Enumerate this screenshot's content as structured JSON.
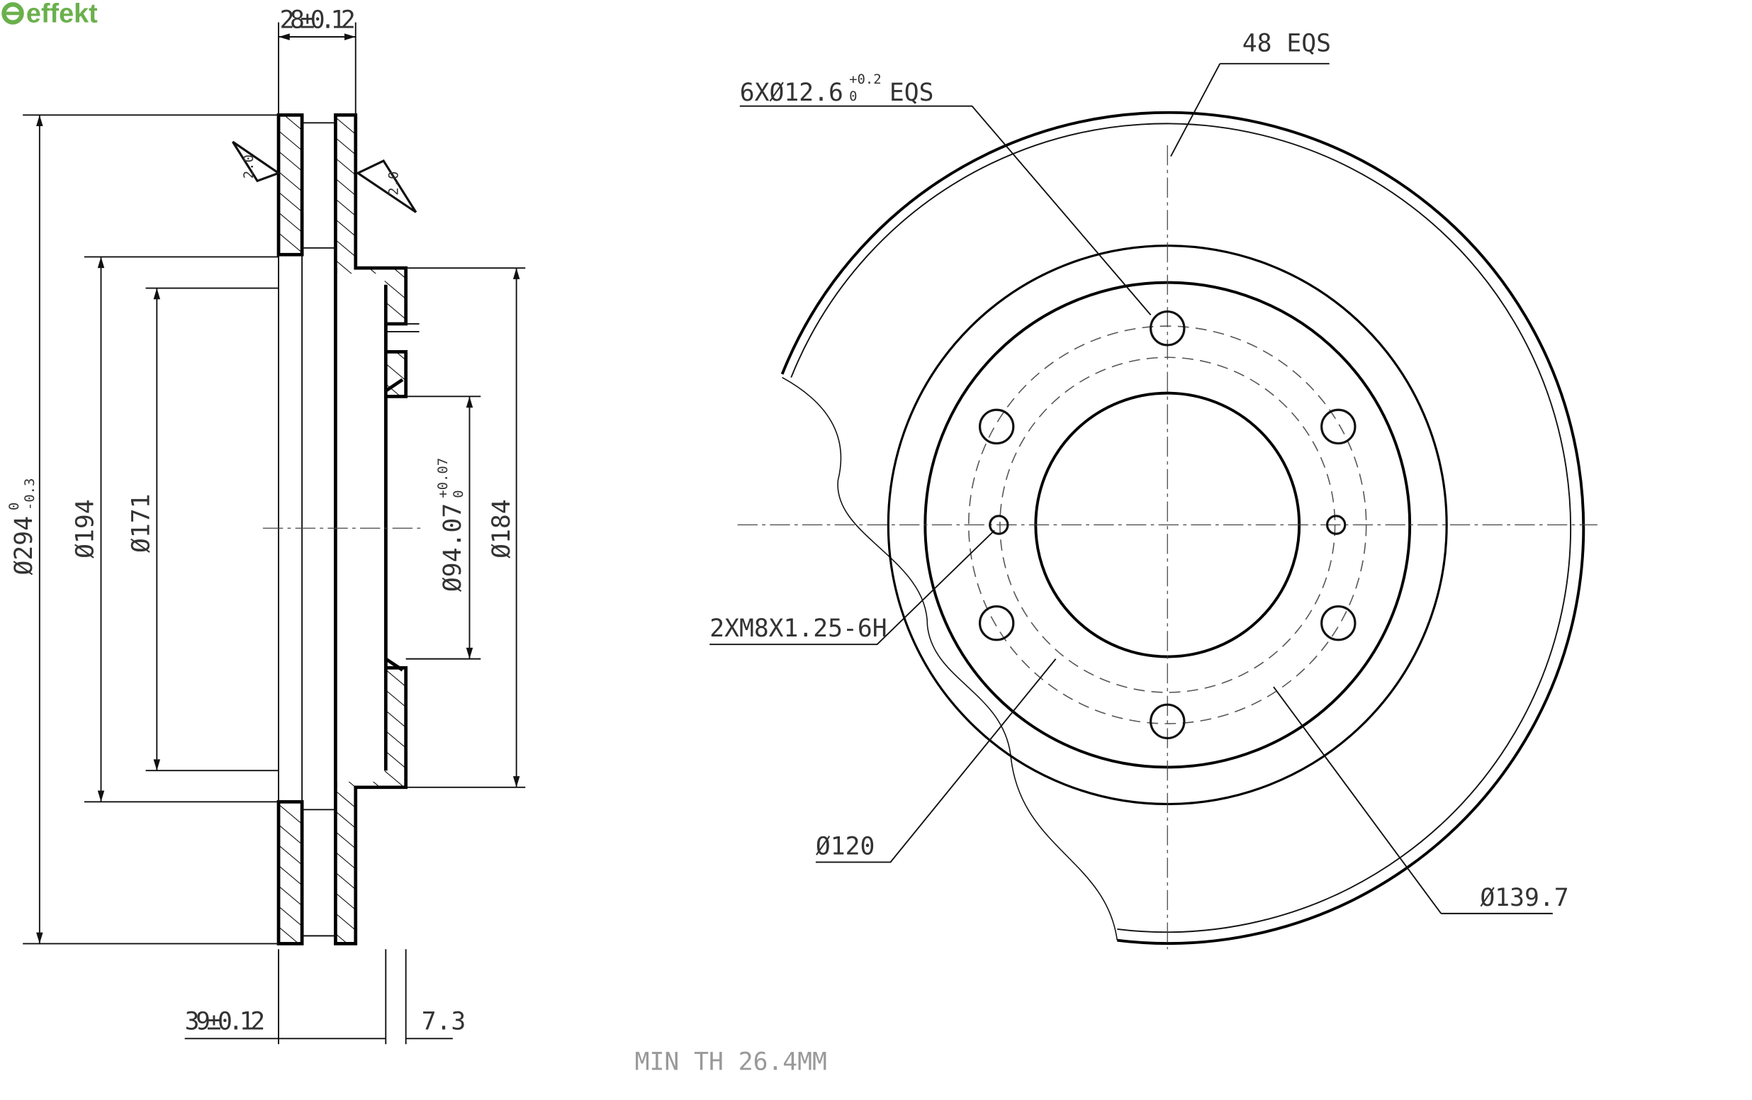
{
  "logo": {
    "text": "effekt",
    "color": "#6ab04c"
  },
  "section_view": {
    "width_dim": "28±0.12",
    "surface_finish_left": "2.0",
    "surface_finish_right": "2.0",
    "dia_outer": "Ø294",
    "dia_outer_tol_upper": "0",
    "dia_outer_tol_lower": "-0.3",
    "dia_194": "Ø194",
    "dia_171": "Ø171",
    "dia_bore": "Ø94.07",
    "dia_bore_tol_upper": "+0.07",
    "dia_bore_tol_lower": "0",
    "dia_184": "Ø184",
    "height_dim": "39±0.12",
    "hat_dim": "7.3",
    "min_thickness": "MIN TH 26.4MM"
  },
  "front_view": {
    "holes_label": "6XØ12.6",
    "holes_tol_upper": "+0.2",
    "holes_tol_lower": "0",
    "holes_eqs": "EQS",
    "vanes_label": "48 EQS",
    "thread_label": "2XM8X1.25-6H",
    "pcd_120": "Ø120",
    "pcd_139": "Ø139.7"
  }
}
